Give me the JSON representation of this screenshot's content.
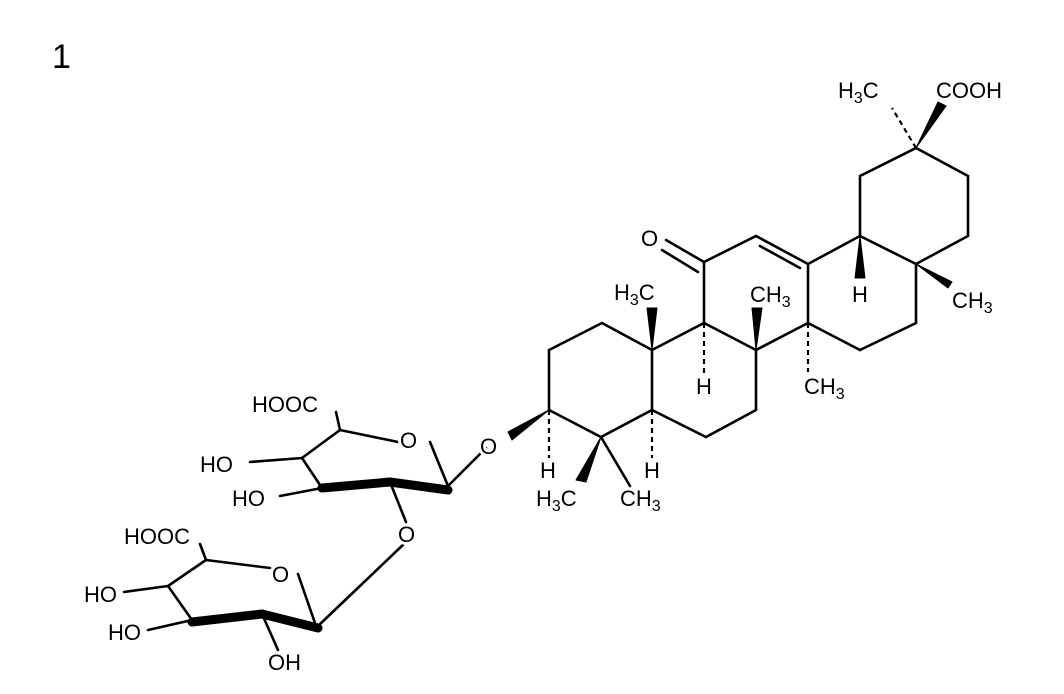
{
  "compound_number": "1",
  "labels": {
    "methyl_a": "H3C",
    "cooh_top": "COOH",
    "ketone_o": "O",
    "h_c18": "H",
    "ch3_c14": "CH3",
    "methyl_c10": "H3C",
    "ch3_c8": "CH3",
    "h_c9": "H",
    "ch3_lower": "CH3",
    "glycoside_o": "O",
    "h_c3": "H",
    "h_c5": "H",
    "methyl_c4a": "H3C",
    "ch3_c4b": "CH3",
    "hooc_1": "HOOC",
    "ring_o_1": "O",
    "ho_1a": "HO",
    "ho_1b": "HO",
    "link_o": "O",
    "hooc_2": "HOOC",
    "ring_o_2": "O",
    "ho_2a": "HO",
    "ho_2b": "HO",
    "oh_2c": "OH"
  }
}
